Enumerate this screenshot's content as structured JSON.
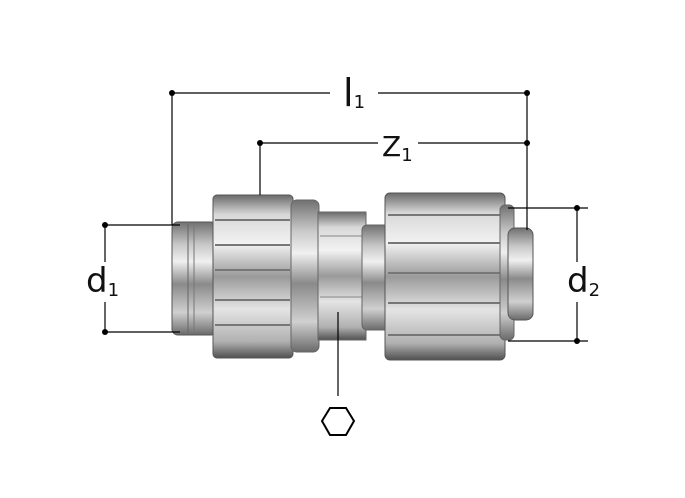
{
  "diagram": {
    "dimensions": {
      "l1": {
        "main": "l",
        "sub": "1"
      },
      "z1": {
        "main": "Z",
        "sub": "1"
      },
      "d1": {
        "main": "d",
        "sub": "1"
      },
      "d2": {
        "main": "d",
        "sub": "2"
      }
    },
    "hex_symbol": "hexagon-icon",
    "colors": {
      "line": "#000000",
      "metal_light": "#e8e8e8",
      "metal_dark": "#5a5a5a"
    }
  }
}
